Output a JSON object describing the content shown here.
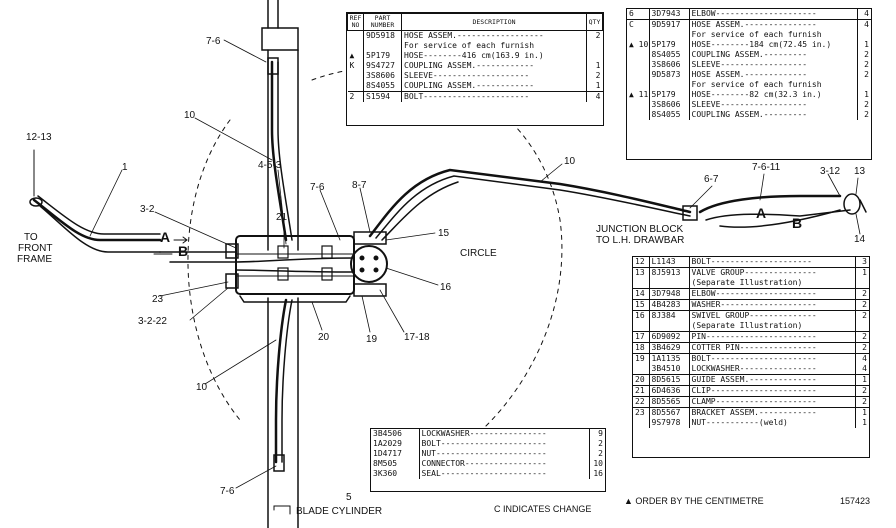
{
  "labels": {
    "callout_12_13": "12-13",
    "callout_1": "1",
    "to_front_frame_1": "TO",
    "to_front_frame_2": "FRONT",
    "to_front_frame_3": "FRAME",
    "callout_7_6_top": "7-6",
    "callout_10_top": "10",
    "callout_4_5_3": "4-5-3",
    "callout_3_2": "3-2",
    "callout_21": "21",
    "callout_7_6_mid": "7-6",
    "callout_8_7": "8-7",
    "callout_15": "15",
    "callout_16": "16",
    "callout_17_18": "17-18",
    "callout_19": "19",
    "callout_20": "20",
    "callout_23": "23",
    "callout_3_2_22": "3-2-22",
    "callout_10_bottom": "10",
    "callout_7_6_bottom": "7-6",
    "callout_5": "5",
    "callout_10_right": "10",
    "callout_6_7": "6-7",
    "callout_7_6_11": "7-6-11",
    "callout_3_12": "3-12",
    "callout_13": "13",
    "callout_14": "14",
    "letter_a_left": "A",
    "letter_b_left": "B",
    "letter_a_right": "A",
    "letter_b_right": "B",
    "circle": "CIRCLE",
    "junction_block_1": "JUNCTION BLOCK",
    "junction_block_2": "TO L.H. DRAWBAR",
    "blade_cylinder": "BLADE CYLINDER",
    "change_note": "C INDICATES CHANGE",
    "order_note": "▲ ORDER BY THE CENTIMETRE",
    "drawing_number": "157423"
  },
  "table_top": {
    "headers": [
      "REF NO",
      "PART NUMBER",
      "DESCRIPTION",
      "QTY"
    ],
    "rows": [
      [
        "",
        "9D5918",
        "HOSE ASSEM.------------------",
        "2"
      ],
      [
        "",
        "",
        "For service of each furnish",
        ""
      ],
      [
        "▲",
        "5P179",
        "HOSE--------416 cm(163.9 in.)",
        ""
      ],
      [
        "K",
        "9S4727",
        "COUPLING ASSEM.------------",
        "1"
      ],
      [
        "",
        "3S8606",
        "SLEEVE--------------------",
        "2"
      ],
      [
        "",
        "8S4055",
        "COUPLING ASSEM.------------",
        "1"
      ],
      [
        "2",
        "S1594",
        "BOLT----------------------",
        "4"
      ]
    ]
  },
  "table_right_top": {
    "rows": [
      [
        "6",
        "3D7943",
        "ELBOW---------------------",
        "4"
      ],
      [
        "C",
        "9D5917",
        "HOSE ASSEM.---------------",
        "4"
      ],
      [
        "",
        "",
        "For service of each furnish",
        ""
      ],
      [
        "▲ 10",
        "5P179",
        "HOSE--------184 cm(72.45 in.)",
        "1"
      ],
      [
        "",
        "8S4055",
        "COUPLING ASSEM.---------",
        "2"
      ],
      [
        "",
        "3S8606",
        "SLEEVE------------------",
        "2"
      ],
      [
        "",
        "9D5873",
        "HOSE ASSEM.-------------",
        "2"
      ],
      [
        "",
        "",
        "For service of each furnish",
        ""
      ],
      [
        "▲ 11",
        "5P179",
        "HOSE--------82 cm(32.3 in.)",
        "1"
      ],
      [
        "",
        "3S8606",
        "SLEEVE------------------",
        "2"
      ],
      [
        "",
        "8S4055",
        "COUPLING ASSEM.---------",
        "2"
      ]
    ]
  },
  "table_right_bottom": {
    "rows": [
      [
        "12",
        "L1143",
        "BOLT---------------------",
        "3"
      ],
      [
        "13",
        "8J5913",
        "VALVE GROUP---------------",
        "1"
      ],
      [
        "",
        "",
        "(Separate Illustration)",
        ""
      ],
      [
        "14",
        "3D7948",
        "ELBOW---------------------",
        "2"
      ],
      [
        "15",
        "4B4283",
        "WASHER--------------------",
        "2"
      ],
      [
        "16",
        "8J384",
        "SWIVEL GROUP--------------",
        "2"
      ],
      [
        "",
        "",
        "(Separate Illustration)",
        ""
      ],
      [
        "17",
        "6D9092",
        "PIN-----------------------",
        "2"
      ],
      [
        "18",
        "3B4629",
        "COTTER PIN----------------",
        "2"
      ],
      [
        "19",
        "1A1135",
        "BOLT----------------------",
        "4"
      ],
      [
        "",
        "3B4510",
        "LOCKWASHER----------------",
        "4"
      ],
      [
        "20",
        "8D5615",
        "GUIDE ASSEM.--------------",
        "1"
      ],
      [
        "21",
        "6D4636",
        "CLIP----------------------",
        "2"
      ],
      [
        "22",
        "8D5565",
        "CLAMP---------------------",
        "2"
      ],
      [
        "23",
        "8D5567",
        "BRACKET ASSEM.------------",
        "1"
      ],
      [
        "",
        "9S7978",
        "NUT-----------(weld)",
        "1"
      ]
    ]
  },
  "table_bottom": {
    "rows": [
      [
        "3B4506",
        "LOCKWASHER----------------",
        "9"
      ],
      [
        "1A2029",
        "BOLT----------------------",
        "2"
      ],
      [
        "1D4717",
        "NUT-----------------------",
        "2"
      ],
      [
        "8M505",
        "CONNECTOR-----------------",
        "10"
      ],
      [
        "3K360",
        "SEAL----------------------",
        "16"
      ]
    ]
  }
}
